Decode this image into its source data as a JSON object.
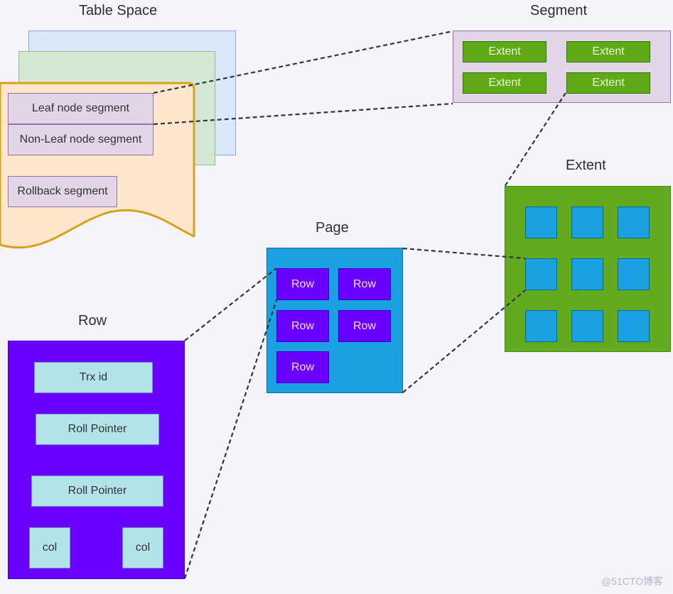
{
  "diagram": {
    "titles": {
      "table_space": "Table Space",
      "segment": "Segment",
      "extent": "Extent",
      "page": "Page",
      "row": "Row"
    },
    "table_space": {
      "segments": [
        "Leaf node segment",
        "Non-Leaf node segment",
        "Rollback segment"
      ]
    },
    "segment": {
      "extents": [
        "Extent",
        "Extent",
        "Extent",
        "Extent"
      ]
    },
    "extent": {
      "pages_count": 9
    },
    "page": {
      "rows": [
        "Row",
        "Row",
        "Row",
        "Row",
        "Row"
      ]
    },
    "row": {
      "fields": [
        "Trx id",
        "Roll Pointer",
        "Roll Pointer"
      ],
      "cols": [
        "col",
        "col"
      ]
    },
    "colors": {
      "background": "#f5f4fb",
      "table_space_blue": "#dae8fc",
      "table_space_green": "#d5e8d4",
      "table_space_orange": "#ffe6cc",
      "segment_purple": "#e1d5e7",
      "extent_green": "#60a917",
      "page_blue": "#1ba1e2",
      "row_violet": "#6a00ff",
      "field_cyan": "#b1e3e8"
    }
  },
  "watermark": "@51CTO博客"
}
